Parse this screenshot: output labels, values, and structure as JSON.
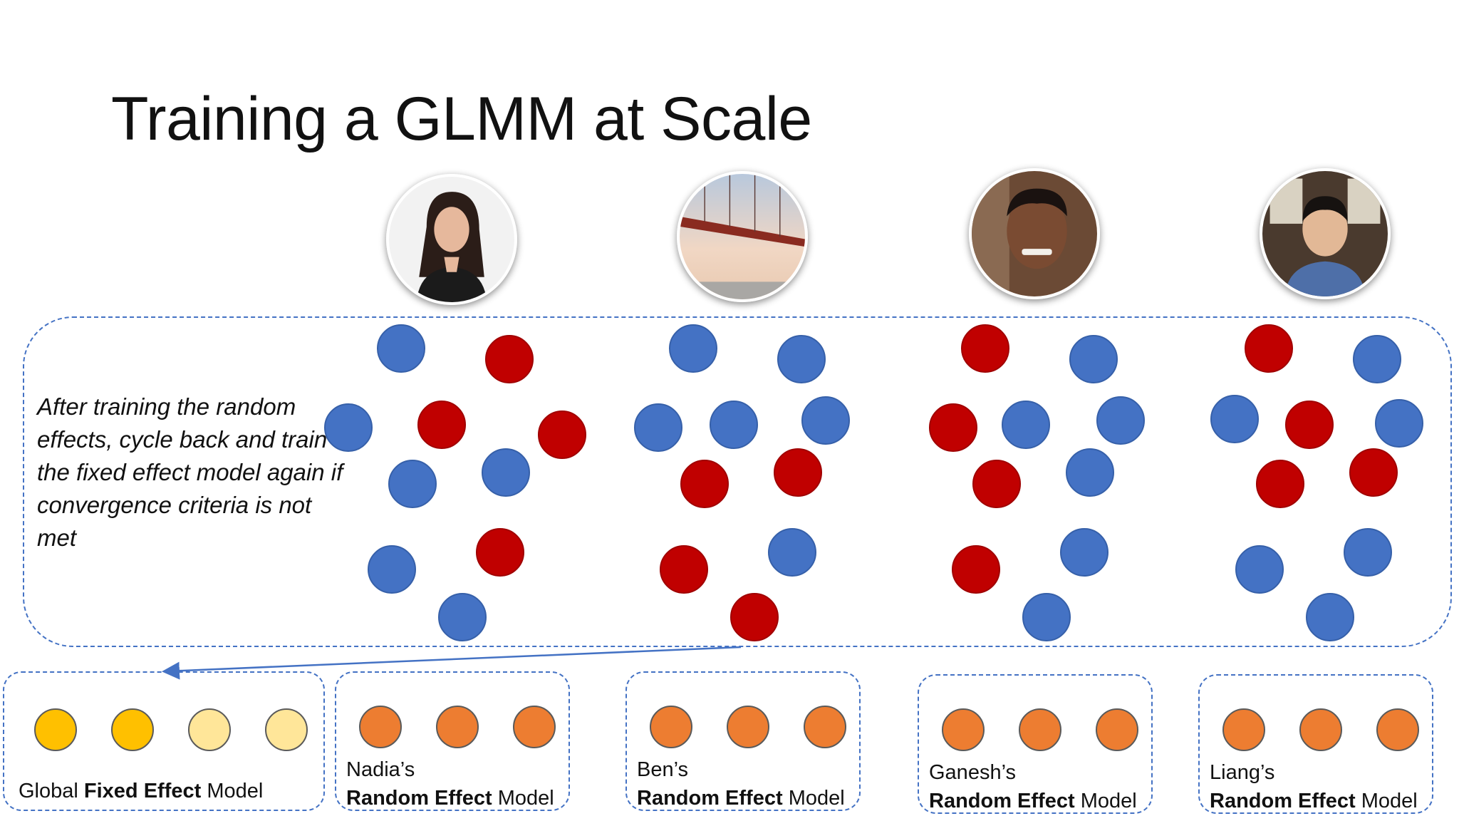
{
  "slide": {
    "title": "Training a GLMM at Scale",
    "note": "After training the random effects, cycle back and train the fixed effect model again if convergence criteria is not met"
  },
  "people": [
    {
      "name": "Nadia",
      "icon": "person-photo-icon"
    },
    {
      "name": "Ben",
      "icon": "bridge-photo-icon"
    },
    {
      "name": "Ganesh",
      "icon": "person-photo-icon"
    },
    {
      "name": "Liang",
      "icon": "person-photo-icon"
    }
  ],
  "models": {
    "global": {
      "prefix": "Global ",
      "bold": "Fixed Effect",
      "suffix": " Model"
    },
    "random": [
      {
        "owner": "Nadia’s",
        "bold": "Random Effect",
        "suffix": " Model"
      },
      {
        "owner": "Ben’s",
        "bold": "Random Effect",
        "suffix": " Model"
      },
      {
        "owner": "Ganesh’s",
        "bold": "Random Effect",
        "suffix": " Model"
      },
      {
        "owner": "Liang’s",
        "bold": "Random Effect",
        "suffix": " Model"
      }
    ]
  },
  "colors": {
    "blue_point": "#4472c4",
    "red_point": "#c00000",
    "fixed_effect_active": "#ffc000",
    "fixed_effect_pale": "#ffe699",
    "random_effect": "#ed7d31",
    "dashed_border": "#4472c4"
  }
}
